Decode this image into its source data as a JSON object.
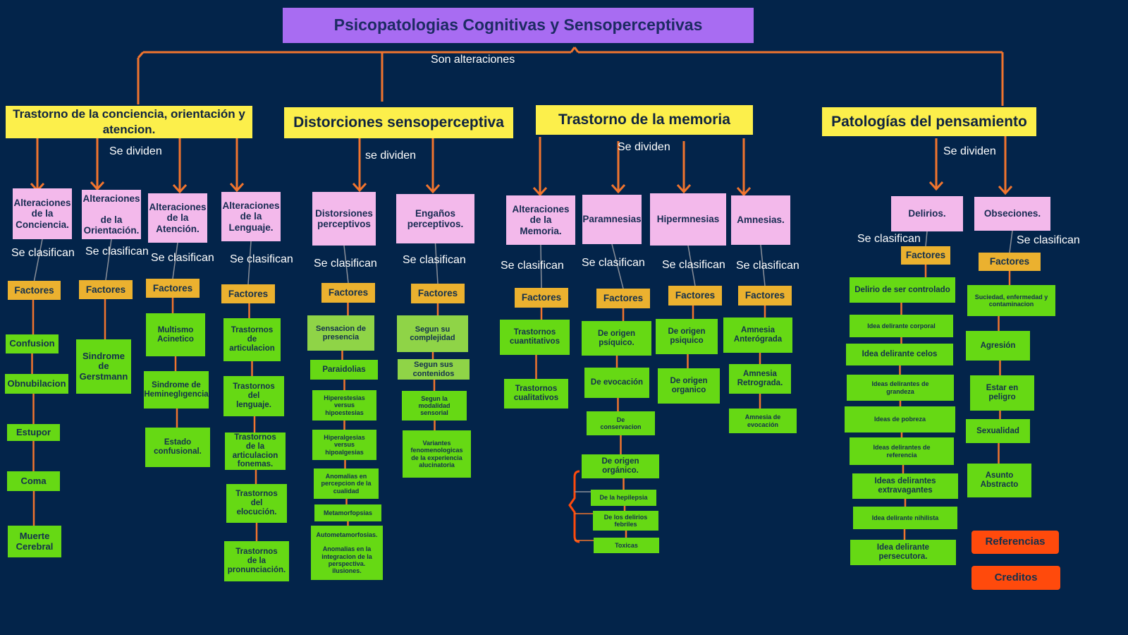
{
  "title": "Psicopatologias Cognitivas y Sensoperceptivas",
  "connector_label": "Son alteraciones",
  "categories": [
    {
      "label": "Trastorno de la conciencia, orientación y atencion.",
      "divide_label": "Se dividen",
      "subs": [
        {
          "label": "Alteraciones\nde la\nConciencia.",
          "classify": "Se clasifican",
          "factores": "Factores",
          "items": [
            "Confusion",
            "Obnubilacion",
            "Estupor",
            "Coma",
            "Muerte\nCerebral"
          ]
        },
        {
          "label": "Alteraciones\n\nde la\nOrientación.",
          "classify": "Se clasifican",
          "factores": "Factores",
          "items": [
            "Sindrome\nde\nGerstmann"
          ]
        },
        {
          "label": "Alteraciones\nde la\nAtención.",
          "classify": "Se clasifican",
          "factores": "Factores",
          "items": [
            "Multismo\nAcinetico",
            "Sindrome de\nHemineglıgencia",
            "Estado\nconfusional."
          ]
        },
        {
          "label": "Alteraciones\nde la\nLenguaje.",
          "classify": "Se clasifican",
          "factores": "Factores",
          "items": [
            "Trastornos\nde\narticulacion",
            "Trastornos\ndel\nlenguaje.",
            "Trastornos\nde la\narticulacion\nfonemas.",
            "Trastornos\ndel\nelocución.",
            "Trastornos\nde la\npronunciación."
          ]
        }
      ]
    },
    {
      "label": "Distorciones sensoperceptiva",
      "divide_label": "se dividen",
      "subs": [
        {
          "label": "Distorsiones\nperceptivos",
          "classify": "Se clasifican",
          "factores": "Factores",
          "items": [
            "Sensacion de\npresencia",
            "Paraidolias",
            "Hiperestesias\nversus\nhipoestesias",
            "Hiperalgesias\nversus\nhipoalgesias",
            "Anomalias en\npercepcion de la\ncualidad",
            "Metamorfopsias",
            "Autometamorfosias.\n\nAnomalias en la\nintegracion de la\nperspectiva.\nilusiones."
          ]
        },
        {
          "label": "Engaños\nperceptivos.",
          "classify": "Se clasifican",
          "factores": "Factores",
          "items": [
            "Segun su\ncomplejidad",
            "Segun sus\ncontenidos",
            "Segun la\nmodalidad\nsensorial",
            "Variantes\nfenomenologicas\nde la experiencia\nalucinatoria"
          ]
        }
      ]
    },
    {
      "label": "Trastorno de  la memoria",
      "divide_label": "Se dividen",
      "subs": [
        {
          "label": "Alteraciones\nde la\nMemoria.",
          "classify": "Se clasifican",
          "factores": "Factores",
          "items": [
            "Trastornos\ncuantitativos",
            "Trastornos\ncualitativos"
          ]
        },
        {
          "label": "Paramnesias",
          "classify": "Se clasifican",
          "factores": "Factores",
          "items": [
            "De origen\npsíquico.",
            "De evocación",
            "De\nconservacion",
            "De origen\norgánico.",
            "De la  hepilepsia",
            "De los delirios\nfebriles",
            "Toxicas"
          ]
        },
        {
          "label": "Hipermnesias",
          "classify": "Se clasifican",
          "factores": "Factores",
          "items": [
            "De origen\npsiquico",
            "De origen\norganico"
          ]
        },
        {
          "label": "Amnesias.",
          "classify": "Se clasifican",
          "factores": "Factores",
          "items": [
            "Amnesia\nAnterógrada",
            "Amnesia\nRetrograda.",
            "Amnesia de\nevocación"
          ]
        }
      ]
    },
    {
      "label": "Patologías del pensamiento",
      "divide_label": "Se dividen",
      "subs": [
        {
          "label": "Delirios.",
          "classify": "Se clasifican",
          "factores": "Factores",
          "items": [
            "Delirio de  ser controlado",
            "Idea delirante corporal",
            "Idea delirante celos",
            "Ideas delirantes de\ngrandeza",
            "Ideas de pobreza",
            "Ideas delirantes de\nreferencia",
            "Ideas delirantes\nextravagantes",
            "Idea delirante nihilista",
            "Idea delirante\npersecutora."
          ]
        },
        {
          "label": "Obseciones.",
          "classify": "Se clasifican",
          "factores": "Factores",
          "items": [
            "Suciedad, enfermedad y\ncontaminacion",
            "Agresión",
            "Estar en peligro",
            "Sexualidad",
            "Asunto\nAbstracto"
          ]
        }
      ]
    }
  ],
  "buttons": {
    "references": "Referencias",
    "credits": "Creditos"
  },
  "colors": {
    "background": "#03244a",
    "title": "#a86cf2",
    "category": "#fcef4b",
    "subcategory": "#f3b9eb",
    "factores": "#ebb12f",
    "item": "#66d914",
    "connector": "#f0742e",
    "button": "#ff4a0c"
  }
}
